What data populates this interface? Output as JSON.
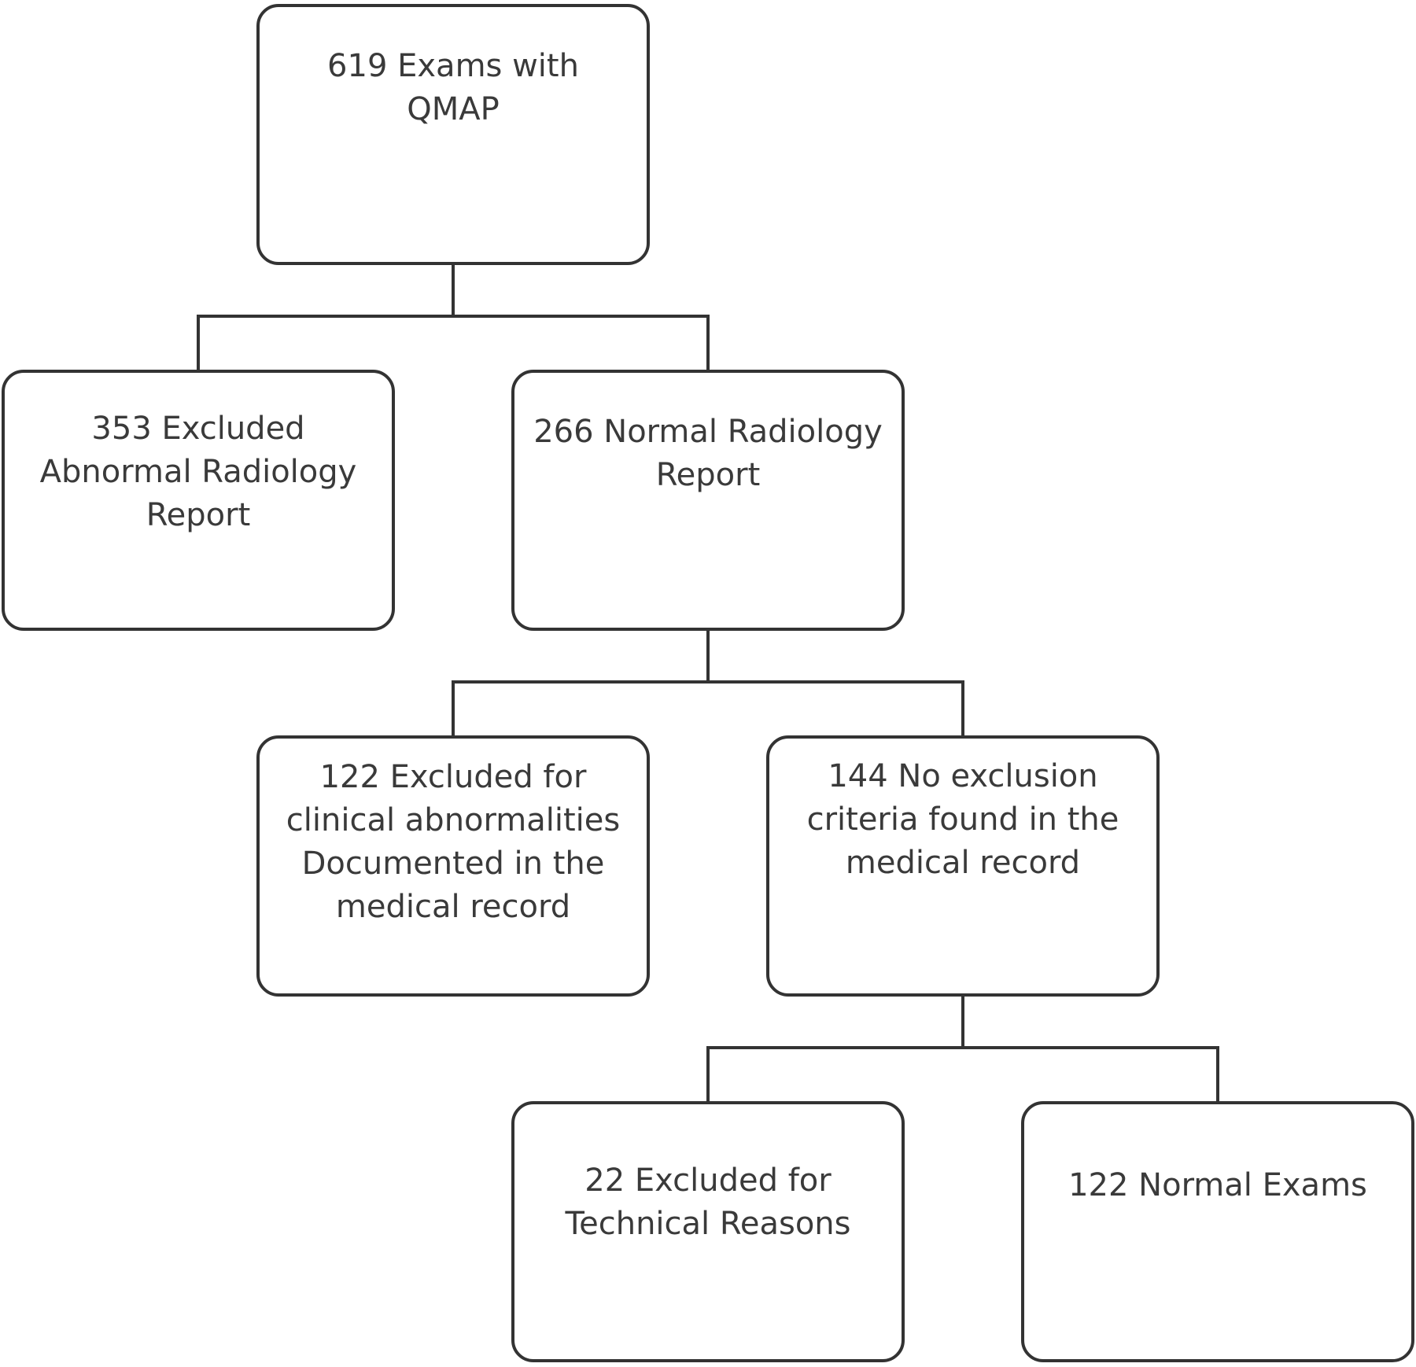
{
  "diagram": {
    "root": {
      "label": "619 Exams with\nQMAP"
    },
    "abnormal_excluded": {
      "label": "353 Excluded\nAbnormal Radiology\nReport"
    },
    "normal_report": {
      "label": "266 Normal Radiology\nReport"
    },
    "clinical_excluded": {
      "label": "122 Excluded for\nclinical abnormalities\nDocumented in the\nmedical record"
    },
    "no_exclusion": {
      "label": "144 No exclusion\ncriteria found in the\nmedical record"
    },
    "technical_excluded": {
      "label": "22 Excluded for\nTechnical Reasons"
    },
    "normal_exams": {
      "label": "122 Normal Exams"
    }
  },
  "colors": {
    "stroke": "#333333",
    "text": "#3a3a3a",
    "background": "#ffffff"
  }
}
